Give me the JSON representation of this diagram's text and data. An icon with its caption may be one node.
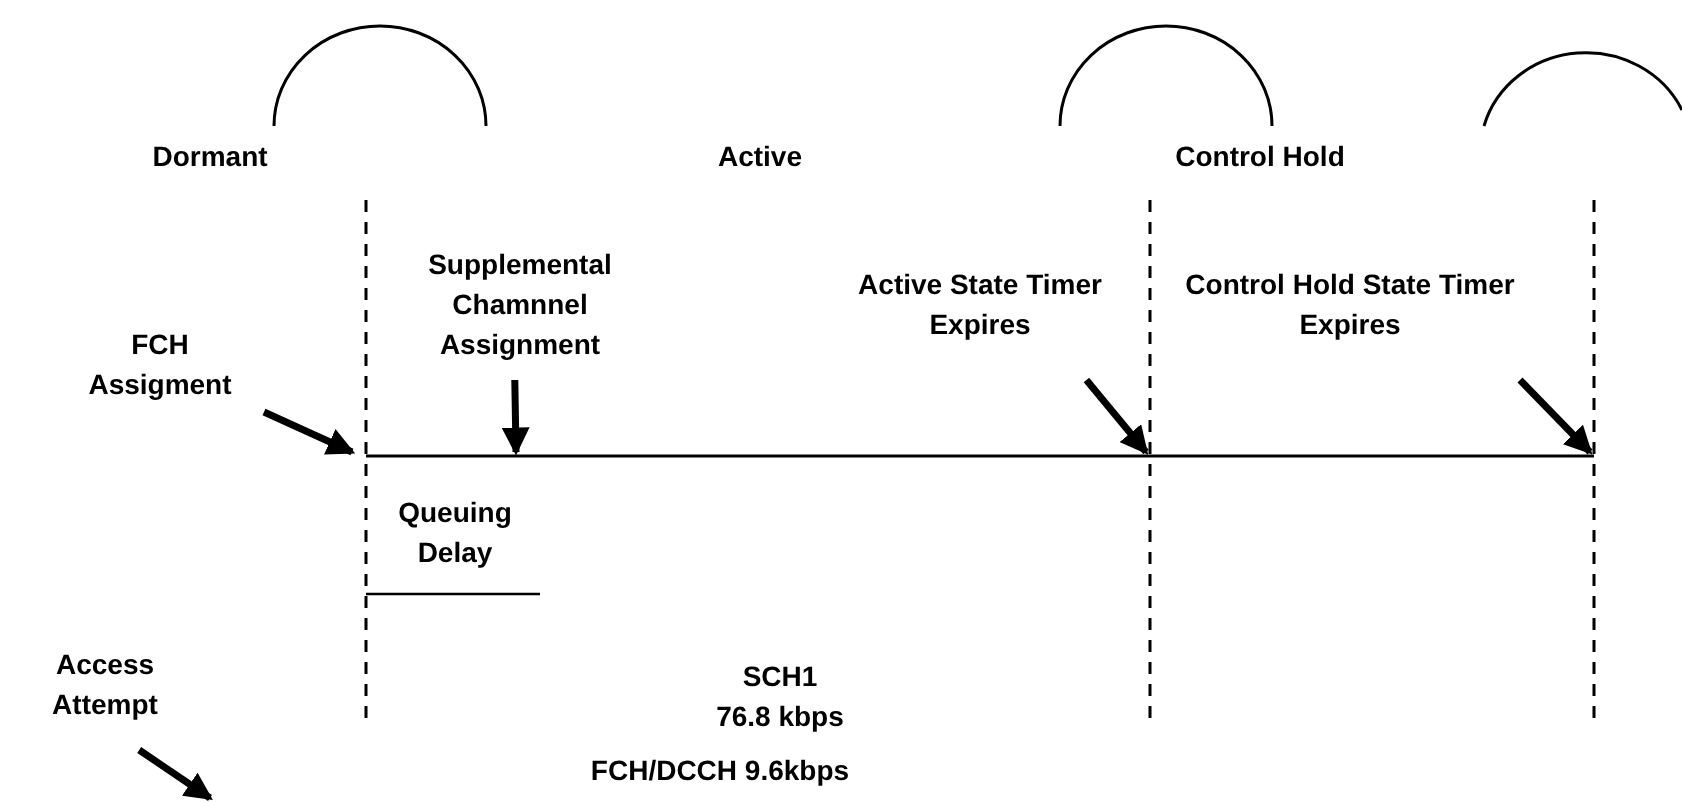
{
  "diagram": {
    "nodes": [
      {
        "text": [
          "FCH Assigment"
        ]
      },
      {
        "text": [
          "Supplemental Chamnnel Assignment"
        ]
      },
      {
        "text": [
          "Active State Timer Expires"
        ]
      },
      {
        "text": [
          "Control Hold State Timer Expires"
        ]
      },
      {
        "text": [
          "Access Attempt"
        ]
      }
    ],
    "edges": [
      {
        "from": 0,
        "to": null,
        "arrow": "to"
      },
      {
        "from": 1,
        "to": null,
        "arrow": "to"
      },
      {
        "from": 2,
        "to": null,
        "arrow": "to"
      },
      {
        "from": 3,
        "to": null,
        "arrow": "to"
      },
      {
        "from": 4,
        "to": null,
        "arrow": "to"
      }
    ],
    "labels": [
      "Dormant",
      "Active",
      "Control Hold",
      "Queuing Delay",
      "SCH1",
      "76.8 kbps",
      "FCH/DCCH 9.6kbps"
    ]
  }
}
